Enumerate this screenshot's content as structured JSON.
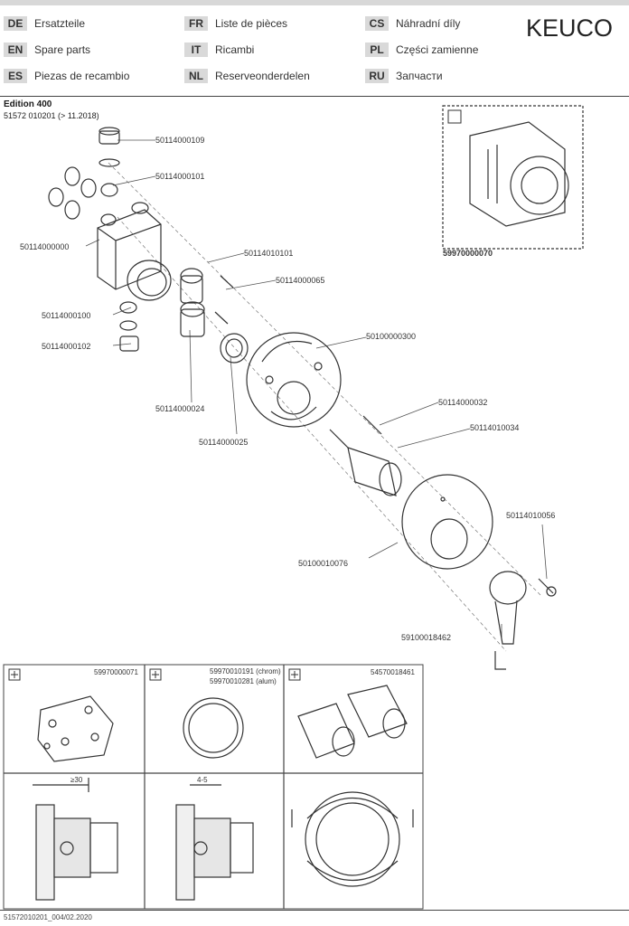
{
  "brand": "KEUCO",
  "languages": [
    {
      "code": "DE",
      "label": "Ersatzteile"
    },
    {
      "code": "EN",
      "label": "Spare parts"
    },
    {
      "code": "ES",
      "label": "Piezas de recambio"
    },
    {
      "code": "FR",
      "label": "Liste de pièces"
    },
    {
      "code": "IT",
      "label": "Ricambi"
    },
    {
      "code": "NL",
      "label": "Reserveonderdelen"
    },
    {
      "code": "CS",
      "label": "Náhradní díly"
    },
    {
      "code": "PL",
      "label": "Części zamienne"
    },
    {
      "code": "RU",
      "label": "Запчасти"
    }
  ],
  "product": {
    "name": "Edition 400",
    "code": "51572 010201 (> 11.2018)"
  },
  "parts": {
    "p1": "50114000109",
    "p2": "50114000101",
    "p3": "50114000000",
    "p4": "50114010101",
    "p5": "50114000065",
    "p6": "50114000100",
    "p7": "50114000102",
    "p8": "50100000300",
    "p9": "50114000024",
    "p10": "50114000025",
    "p11": "50114000032",
    "p12": "50114010034",
    "p13": "50114010056",
    "p14": "50100010076",
    "p15": "59100018462",
    "inset": "59970000070"
  },
  "boxes": {
    "b1_code": "59970000071",
    "b2_code_a": "59970010191 (chrom)",
    "b2_code_b": "59970010281 (alum)",
    "b3_code": "54570018461",
    "dim1": "≥30",
    "dim2": "4-5"
  },
  "footer": "51572010201_004/02.2020",
  "colors": {
    "header_code_bg": "#d9d9d9",
    "line": "#444444"
  }
}
